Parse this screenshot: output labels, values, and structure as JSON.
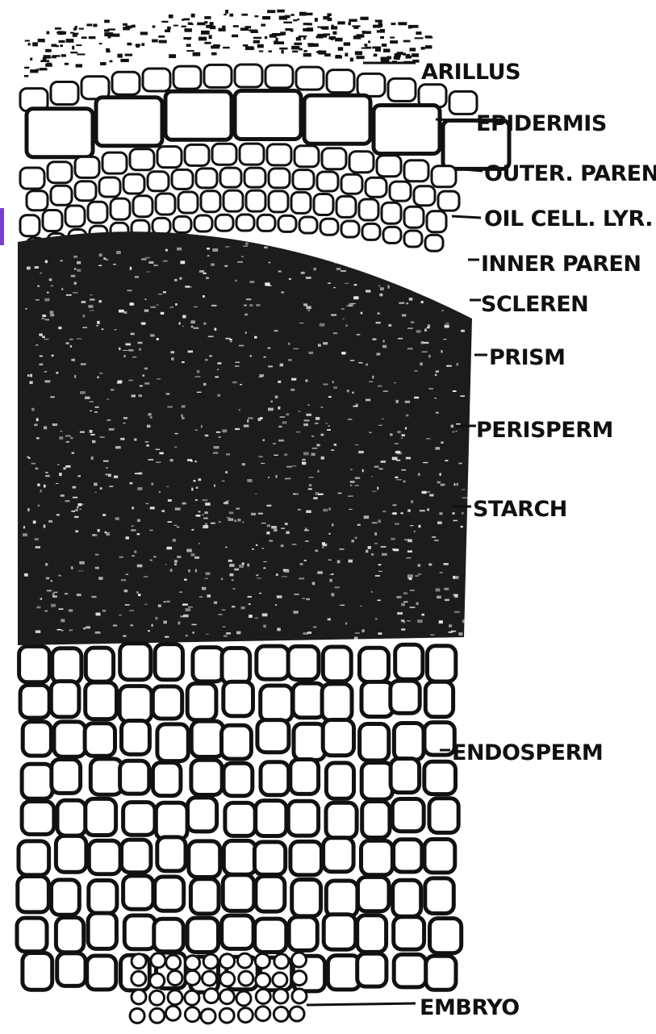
{
  "diagram": {
    "labels": {
      "arillus": "ARILLUS",
      "epidermis": "EPIDERMIS",
      "outer_paren": "OUTER. PAREN",
      "oil_cell_lyr": "OIL CELL. LYR.",
      "inner_paren": "INNER PAREN",
      "scleren": "SCLEREN",
      "prism": "PRISM",
      "perisperm": "PERISPERM",
      "starch": "STARCH",
      "endosperm": "ENDOSPERM",
      "embryo": "EMBRYO"
    }
  },
  "colors": {
    "ink": "#111111",
    "paper": "#ffffff",
    "perisperm_fill": "#1c1c1c",
    "edge_accent": "#7a3fd0"
  }
}
